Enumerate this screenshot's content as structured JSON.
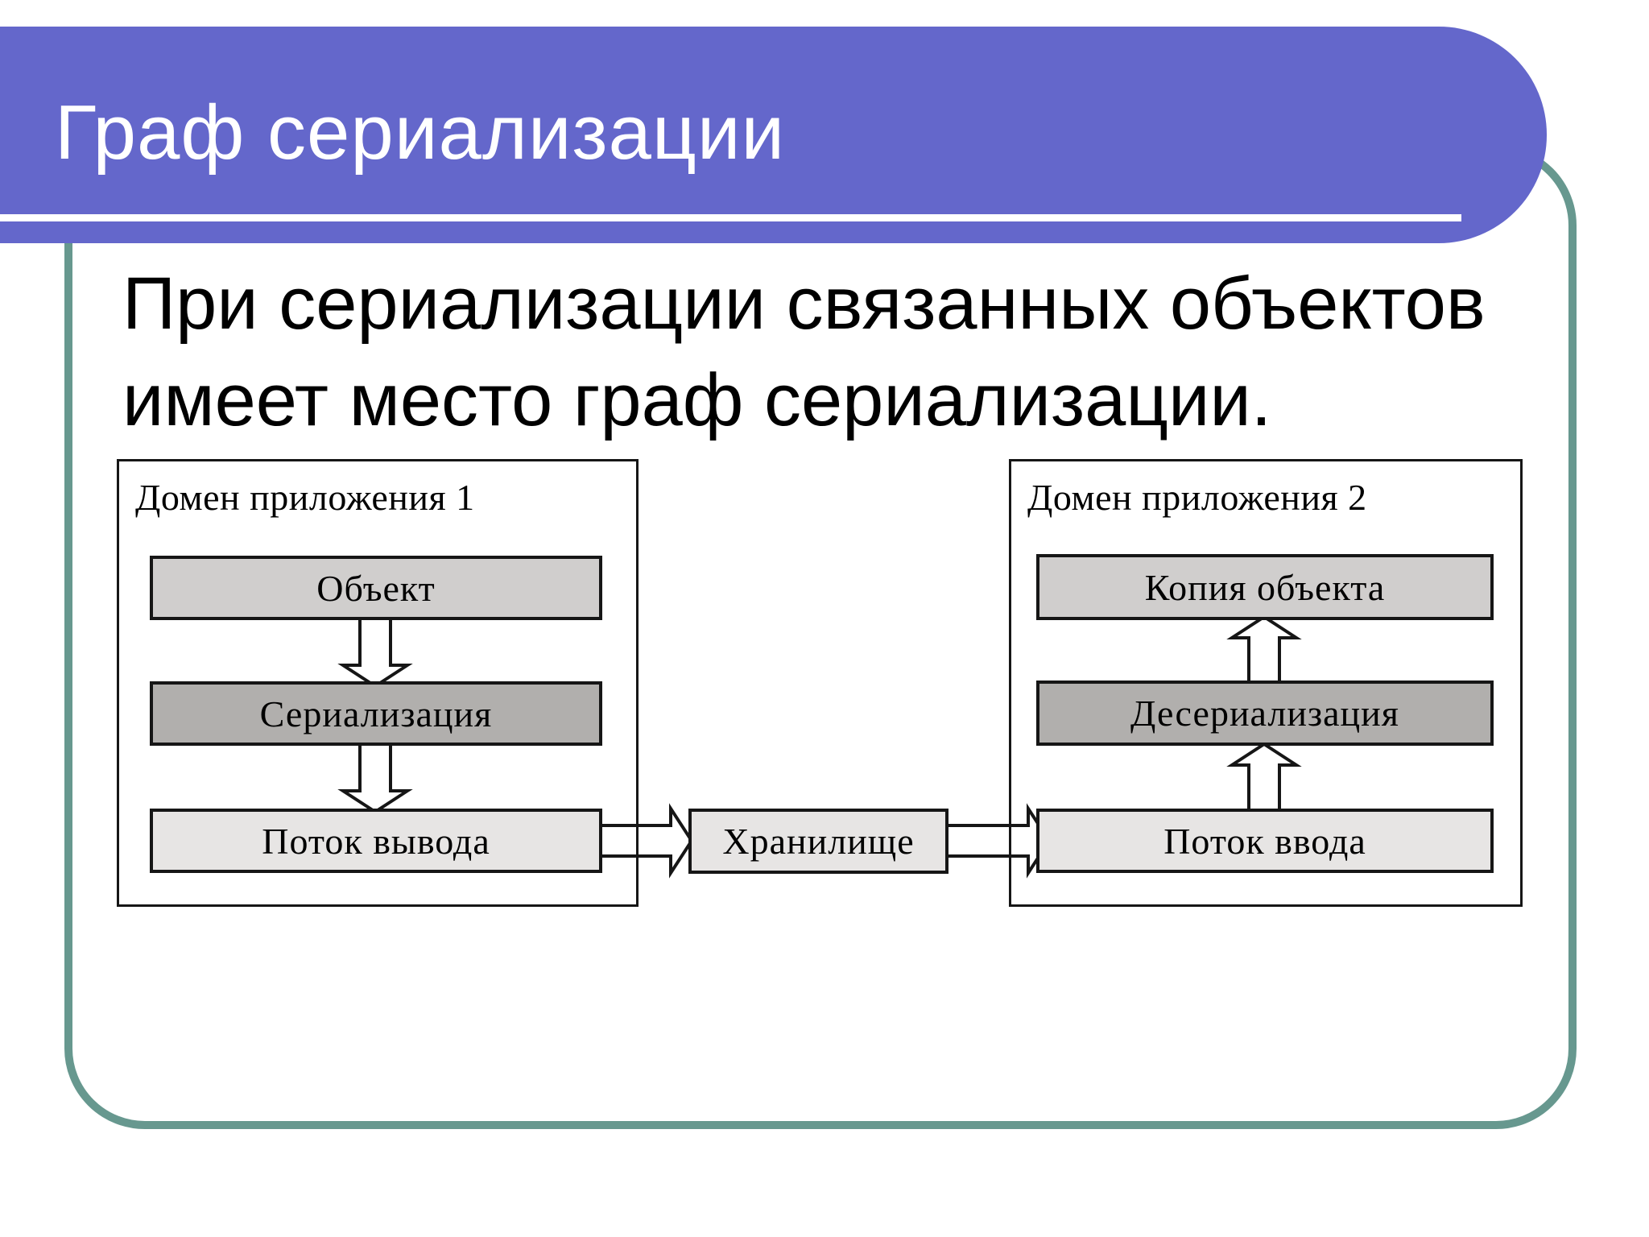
{
  "slide": {
    "title": "Граф сериализации",
    "body": {
      "line1": "При сериализации связанных объектов",
      "line2": "имеет место граф сериализации."
    },
    "colors": {
      "banner_purple": "#6467CB",
      "frame_teal": "#67988F",
      "node_light_gray": "#D0CECD",
      "node_medium_gray": "#B1AFAD",
      "node_pale_gray": "#E7E5E4",
      "line_black": "#161616"
    },
    "diagram": {
      "domain1": {
        "label": "Домен приложения 1",
        "node1": "Объект",
        "node2": "Сериализация",
        "node3": "Поток вывода"
      },
      "domain2": {
        "label": "Домен приложения 2",
        "node1": "Копия объекта",
        "node2": "Десериализация",
        "node3": "Поток ввода"
      },
      "storage": {
        "label": "Хранилище"
      }
    }
  }
}
